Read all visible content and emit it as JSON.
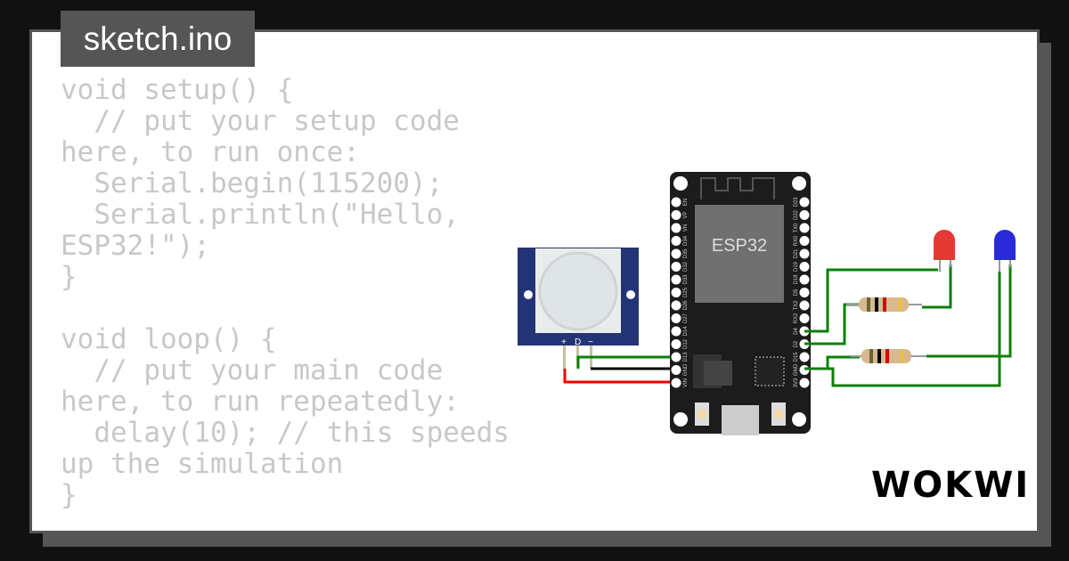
{
  "file_tab": {
    "title": "sketch.ino"
  },
  "code": {
    "lines": [
      "void setup() {",
      "  // put your setup code here, to run once:",
      "  Serial.begin(115200);",
      "  Serial.println(\"Hello, ESP32!\");",
      "}",
      "",
      "void loop() {",
      "  // put your main code here, to run repeatedly:",
      "  delay(10); // this speeds up the simulation",
      "}"
    ]
  },
  "board": {
    "label": "ESP32",
    "left_pins": [
      "EN",
      "VP",
      "VN",
      "D34",
      "D35",
      "D32",
      "D33",
      "D25",
      "D26",
      "D27",
      "D14",
      "D12",
      "D13",
      "GND",
      "VIN"
    ],
    "right_pins": [
      "D23",
      "D22",
      "TX0",
      "RX0",
      "D21",
      "D19",
      "D18",
      "D5",
      "TX2",
      "RX2",
      "D4",
      "D2",
      "D15",
      "GND",
      "3V3"
    ]
  },
  "pir": {
    "pins": [
      "+",
      "D",
      "−"
    ]
  },
  "leds": {
    "colors": [
      "#e53935",
      "#2a2ad8"
    ]
  },
  "brand": {
    "logo": "WOKWI"
  }
}
